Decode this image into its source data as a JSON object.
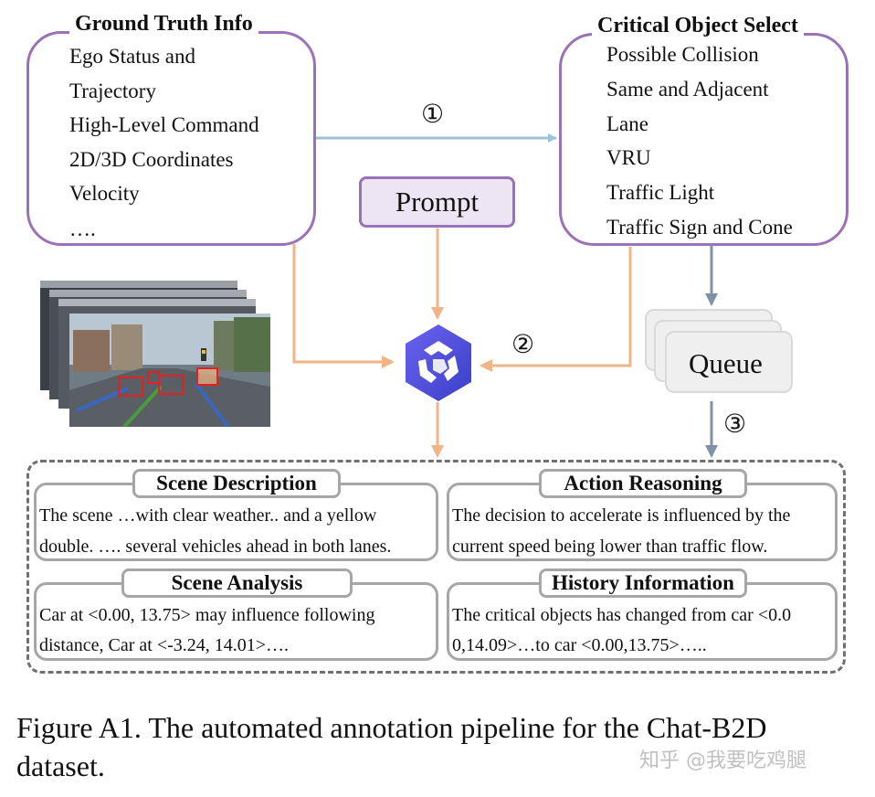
{
  "ground_truth": {
    "title": "Ground Truth Info",
    "items": [
      "Ego Status and",
      "Trajectory",
      "High-Level Command",
      "2D/3D Coordinates",
      "Velocity",
      "…."
    ]
  },
  "critical_object": {
    "title": "Critical Object Select",
    "items": [
      "Possible Collision",
      "Same and Adjacent",
      "Lane",
      "VRU",
      "Traffic Light",
      "Traffic Sign and Cone"
    ]
  },
  "prompt": {
    "label": "Prompt"
  },
  "queue": {
    "label": "Queue"
  },
  "steps": {
    "one": "①",
    "two": "②",
    "three": "③"
  },
  "outputs": {
    "scene_description": {
      "title": "Scene Description",
      "lines": [
        "The scene …with clear weather.. and a yellow",
        "double. …. several vehicles ahead in both lanes."
      ]
    },
    "action_reasoning": {
      "title": "Action Reasoning",
      "lines": [
        "The decision to accelerate is influenced by the",
        "current speed being lower than traffic flow."
      ]
    },
    "scene_analysis": {
      "title": "Scene Analysis",
      "lines": [
        "Car at <0.00, 13.75> may influence following",
        "distance, Car at <-3.24, 14.01>…."
      ]
    },
    "history_information": {
      "title": "History Information",
      "lines": [
        "The critical objects has changed from car <0.0",
        "0,14.09>…to car <0.00,13.75>….."
      ]
    }
  },
  "caption": {
    "line1": "Figure A1.  The automated annotation pipeline for the Chat-B2D",
    "line2": "dataset."
  },
  "watermark": "知乎 @我要吃鸡腿",
  "colors": {
    "purple_border": "#9b72b8",
    "prompt_fill": "#eee5f4",
    "blue_arrow": "#9cc3d9",
    "orange_arrow": "#f0b487",
    "gray_arrow": "#7f93a8",
    "logo_blue": "#4a4fd8"
  },
  "icons": {
    "model": "qwen-logo-icon",
    "scene": "driving-scene-frames-image"
  }
}
